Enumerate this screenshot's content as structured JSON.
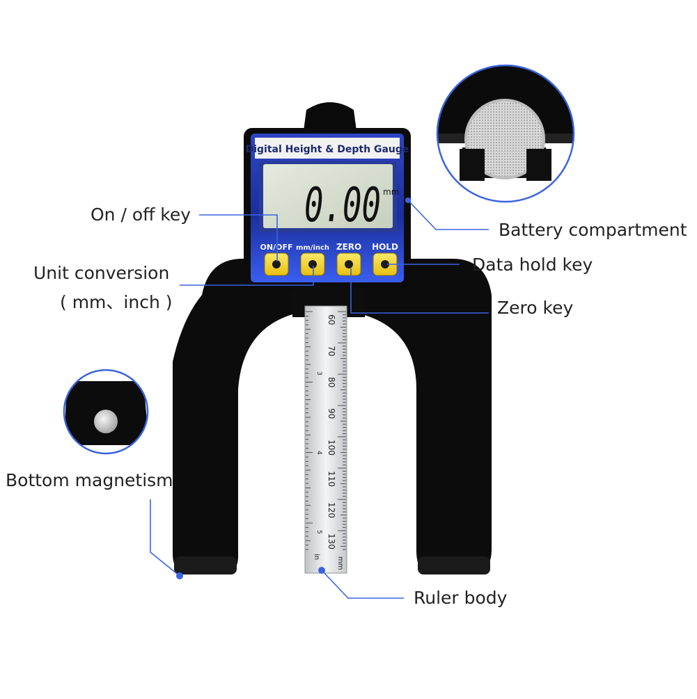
{
  "device": {
    "title": "Digital Height & Depth Gauge",
    "reading": "0.00",
    "reading_unit": "mm",
    "buttons": [
      {
        "label": "ON/OFF"
      },
      {
        "label": "mm/inch"
      },
      {
        "label": "ZERO"
      },
      {
        "label": "HOLD"
      }
    ],
    "ruler": {
      "mm_numbers": [
        "60",
        "70",
        "80",
        "90",
        "100",
        "110",
        "120",
        "130"
      ],
      "inch_numbers": [
        "3",
        "4",
        "5"
      ],
      "unit_mm": "mm",
      "unit_in": "in"
    }
  },
  "callouts": {
    "on_off": "On / off key",
    "unit_conversion": "Unit conversion",
    "unit_conversion_sub": "( mm、inch )",
    "battery": "Battery compartment",
    "data_hold": "Data hold key",
    "zero": "Zero key",
    "magnet": "Bottom magnetism",
    "ruler": "Ruler body"
  },
  "colors": {
    "accent_blue": "#3a63e0",
    "device_black": "#0c0c0c",
    "button_yellow": "#f2d21a",
    "lcd_green": "#d3dccb"
  }
}
